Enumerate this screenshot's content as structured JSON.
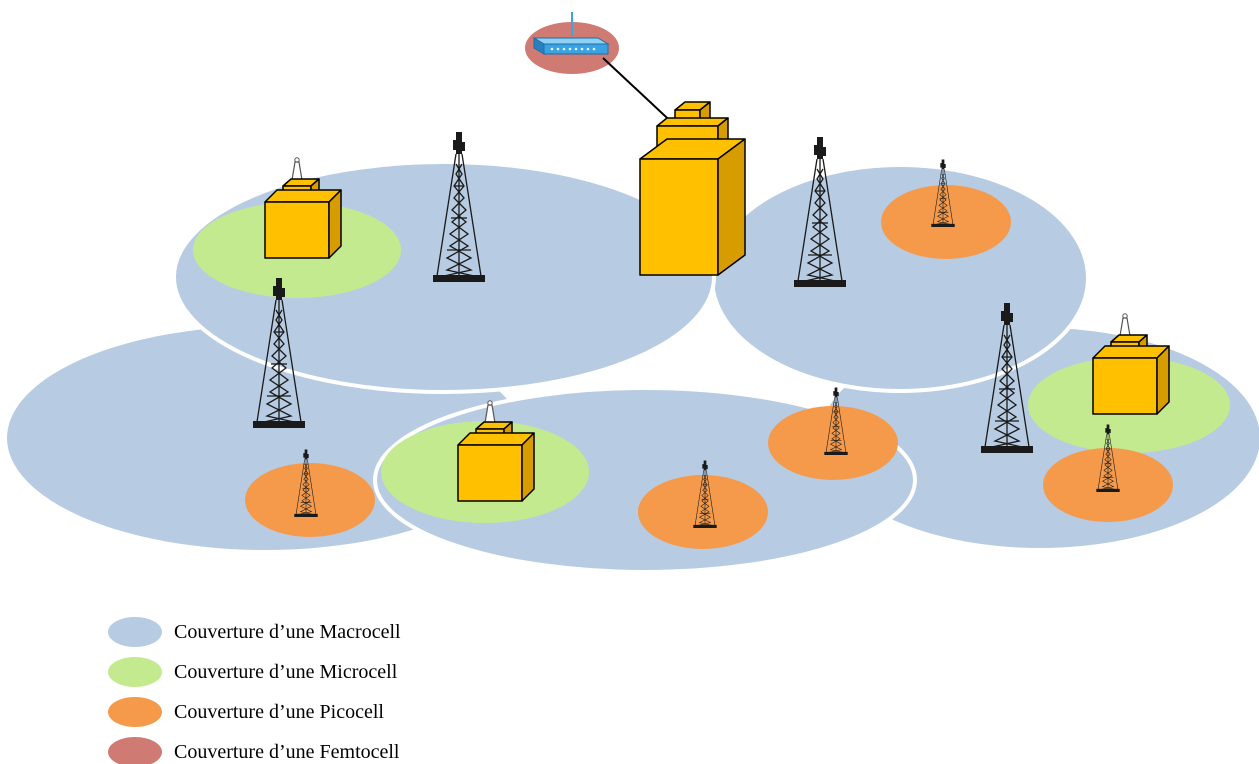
{
  "colors": {
    "macrocell": "#b7cbe2",
    "microcell": "#c4ea8f",
    "picocell": "#f59a4b",
    "femtocell": "#d07a74",
    "building": "#ffc000",
    "building_side": "#d69c00",
    "tower": "#1a1a1a",
    "router": "#3aa3e3"
  },
  "legend": {
    "items": [
      {
        "key": "macrocell",
        "label": "Couverture d’une Macrocell"
      },
      {
        "key": "microcell",
        "label": "Couverture d’une Microcell"
      },
      {
        "key": "picocell",
        "label": "Couverture d’une Picocell"
      },
      {
        "key": "femtocell",
        "label": "Couverture d’une Femtocell"
      }
    ]
  },
  "icons": [
    "router-icon",
    "building-icon",
    "tower-icon"
  ]
}
